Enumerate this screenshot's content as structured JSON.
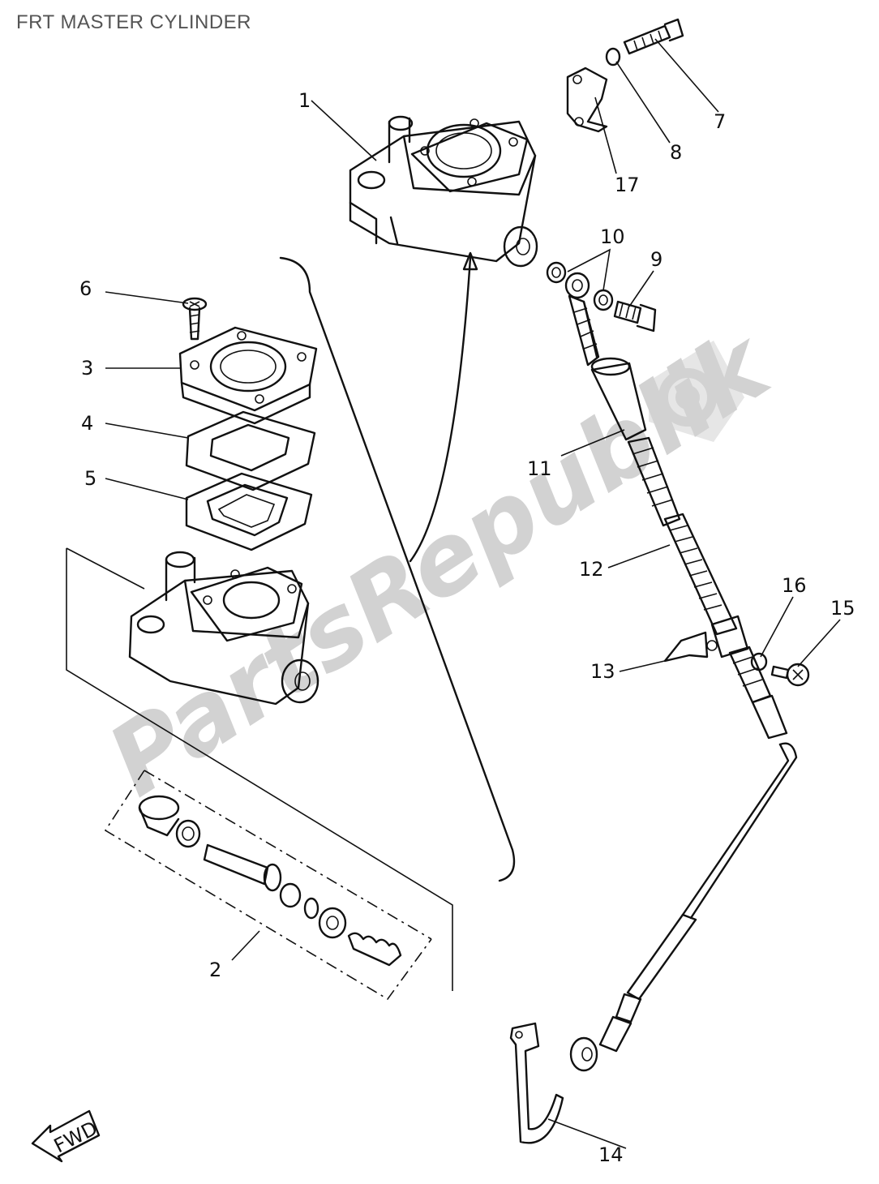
{
  "title": "FRT MASTER CYLINDER",
  "watermark": {
    "text": "PartsRepublik",
    "color": "#d2d2d2"
  },
  "callouts": [
    {
      "id": "1",
      "text": "1"
    },
    {
      "id": "2",
      "text": "2"
    },
    {
      "id": "3",
      "text": "3"
    },
    {
      "id": "4",
      "text": "4"
    },
    {
      "id": "5",
      "text": "5"
    },
    {
      "id": "6",
      "text": "6"
    },
    {
      "id": "7",
      "text": "7"
    },
    {
      "id": "8",
      "text": "8"
    },
    {
      "id": "9",
      "text": "9"
    },
    {
      "id": "10",
      "text": "10"
    },
    {
      "id": "11",
      "text": "11"
    },
    {
      "id": "12",
      "text": "12"
    },
    {
      "id": "13",
      "text": "13"
    },
    {
      "id": "14",
      "text": "14"
    },
    {
      "id": "15",
      "text": "15"
    },
    {
      "id": "16",
      "text": "16"
    },
    {
      "id": "17",
      "text": "17"
    }
  ],
  "fwd_label": "FWD",
  "colors": {
    "ink": "#111111",
    "title": "#555555",
    "background": "#ffffff"
  }
}
